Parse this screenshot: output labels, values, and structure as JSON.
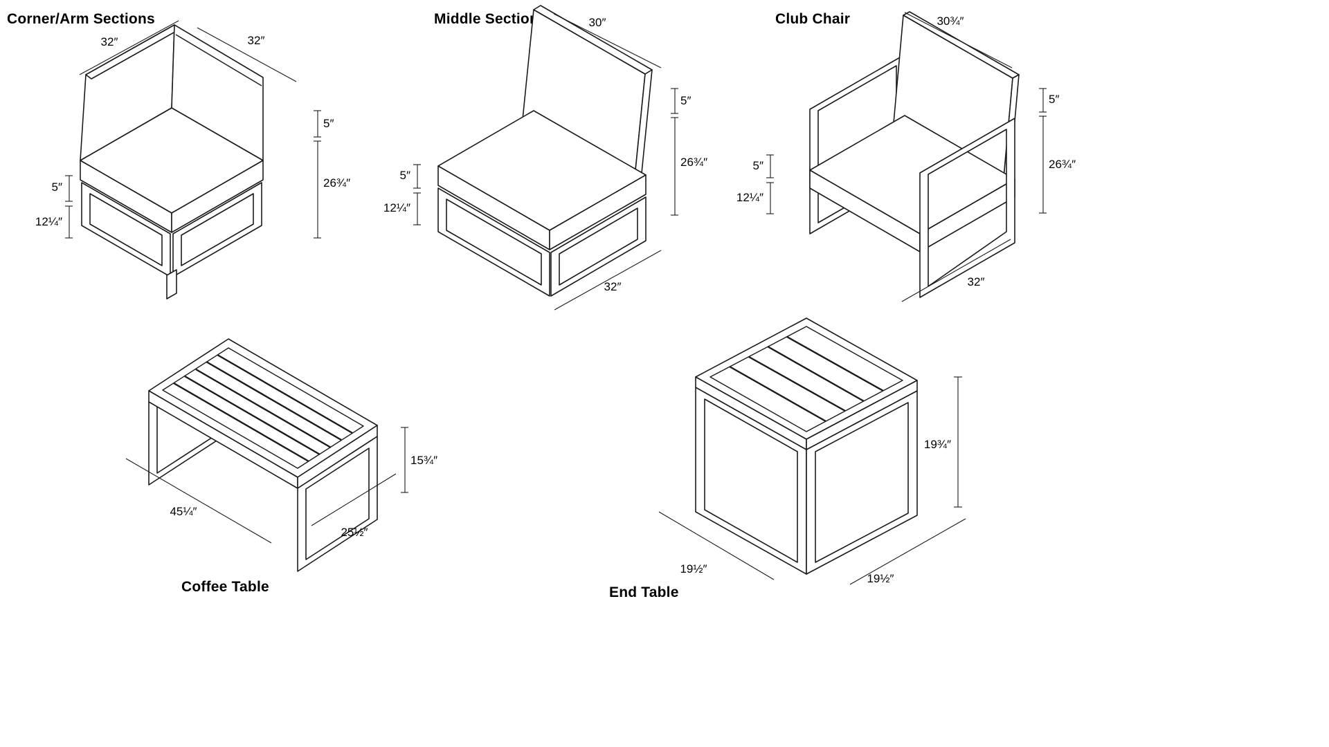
{
  "page": {
    "background": "#ffffff",
    "line_color": "#1a1a1a"
  },
  "panels": {
    "corner": {
      "title": "Corner/Arm Sections",
      "dims": {
        "back_left": "32″",
        "back_right": "32″",
        "cushion_right": "5″",
        "height_right": "26¾″",
        "cushion_left": "5″",
        "base_left": "12¼″"
      }
    },
    "middle": {
      "title": "Middle Section",
      "dims": {
        "back_width": "30″",
        "cushion_right": "5″",
        "height_right": "26¾″",
        "cushion_left": "5″",
        "base_left": "12¼″",
        "seat_width": "32″"
      }
    },
    "club": {
      "title": "Club Chair",
      "dims": {
        "back_width": "30¾″",
        "cushion_right": "5″",
        "height_right": "26¾″",
        "cushion_left": "5″",
        "base_left": "12¼″",
        "seat_width": "32″"
      }
    },
    "coffee": {
      "title": "Coffee Table",
      "dims": {
        "length": "45¼″",
        "depth": "25½″",
        "height": "15¾″"
      }
    },
    "end": {
      "title": "End Table",
      "dims": {
        "height": "19¾″",
        "depth_left": "19½″",
        "width_right": "19½″"
      }
    }
  }
}
